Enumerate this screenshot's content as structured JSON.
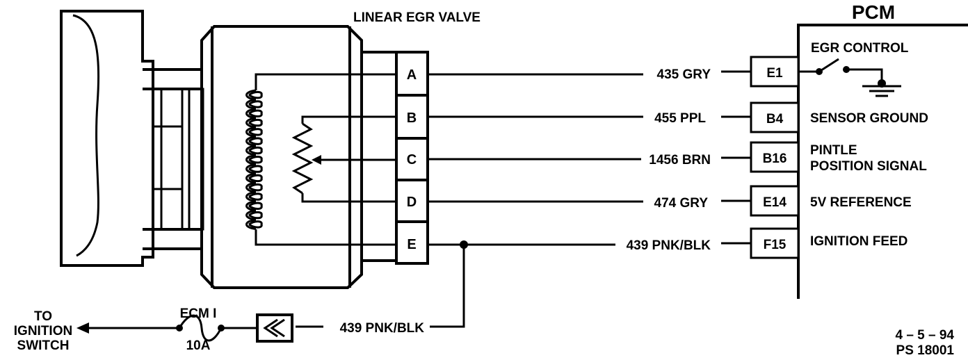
{
  "title": "LINEAR EGR VALVE",
  "pcm": {
    "title": "PCM",
    "egr_control_label": "EGR CONTROL",
    "circuits": [
      {
        "terminal": "E1",
        "wire": "435 GRY",
        "label": "",
        "pin": "A"
      },
      {
        "terminal": "B4",
        "wire": "455 PPL",
        "label": "SENSOR GROUND",
        "pin": "B"
      },
      {
        "terminal": "B16",
        "wire": "1456 BRN",
        "label_line1": "PINTLE",
        "label_line2": "POSITION SIGNAL",
        "pin": "C"
      },
      {
        "terminal": "E14",
        "wire": "474 GRY",
        "label": "5V REFERENCE",
        "pin": "D"
      },
      {
        "terminal": "F15",
        "wire": "439 PNK/BLK",
        "label": "IGNITION FEED",
        "pin": "E"
      }
    ]
  },
  "connector_pins": [
    "A",
    "B",
    "C",
    "D",
    "E"
  ],
  "feed": {
    "to_line1": "TO",
    "to_line2": "IGNITION",
    "to_line3": "SWITCH",
    "fuse_name": "ECM I",
    "fuse_rating": "10A",
    "wire": "439 PNK/BLK"
  },
  "footer": {
    "date": "4 – 5 – 94",
    "code": "PS 18001"
  }
}
